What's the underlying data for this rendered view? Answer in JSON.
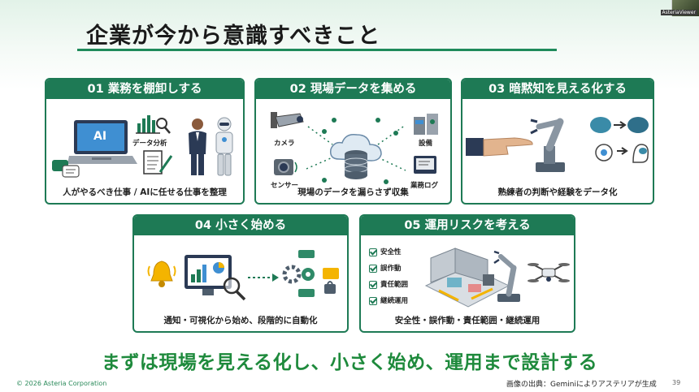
{
  "slide": {
    "title": "企業が今から意識すべきこと",
    "camera_overlay": "AsteriaViewer",
    "slogan": "まずは現場を見える化し、小さく始め、運用まで設計する",
    "footer_copyright": "© 2026 Asteria Corporation",
    "footer_source": "画像の出典：Geminiによりアステリアが生成",
    "page_number": "39",
    "accent_color": "#1e7a55",
    "slogan_color": "#1e8a3c"
  },
  "panels": [
    {
      "header": "01  業務を棚卸しする",
      "caption": "人がやるべき仕事 / AIに任せる仕事を整理",
      "labels": {
        "laptop": "AI",
        "chart": "データ分析"
      }
    },
    {
      "header": "02  現場データを集める",
      "caption": "現場のデータを漏らさず収集",
      "labels": {
        "camera": "カメラ",
        "sensor": "センサー",
        "equipment": "設備",
        "log": "業務ログ"
      }
    },
    {
      "header": "03  暗黙知を見える化する",
      "caption": "熟練者の判断や経験をデータ化"
    },
    {
      "header": "04  小さく始める",
      "caption": "通知・可視化から始め、段階的に自動化"
    },
    {
      "header": "05  運用リスクを考える",
      "caption": "安全性・誤作動・責任範囲・継続運用",
      "checks": [
        "安全性",
        "誤作動",
        "責任範囲",
        "継続運用"
      ]
    }
  ]
}
